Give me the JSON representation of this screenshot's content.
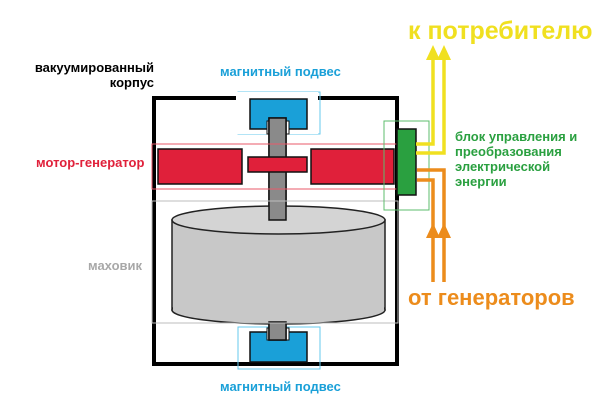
{
  "labels": {
    "vacuum_body": "вакуумированный корпус",
    "magnetic_top": "магнитный подвес",
    "magnetic_bottom": "магнитный подвес",
    "motor_generator": "мотор-генератор",
    "flywheel": "маховик",
    "to_consumer": "к потребителю",
    "control_block": "блок управления и преобразования электрической энергии",
    "from_generators": "от генераторов"
  },
  "colors": {
    "body": "#000000",
    "magnet": "#1aa0d8",
    "motor": "#e0203a",
    "flywheel": "#c8c8c8",
    "flywheel_outline": "#555555",
    "shaft": "#8a8a8a",
    "control": "#2aa040",
    "consumer_arrows": "#f0e020",
    "generator_arrows": "#ec8c1c"
  }
}
